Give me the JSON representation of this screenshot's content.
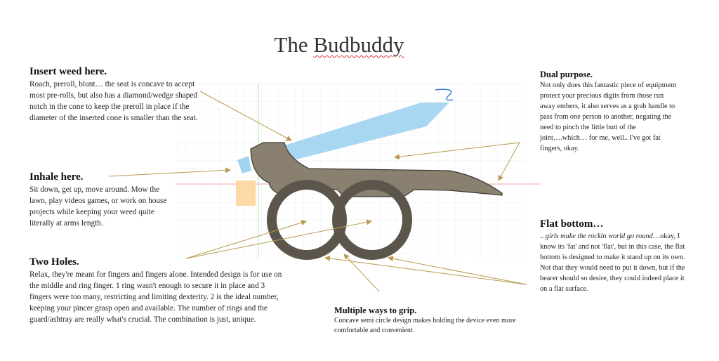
{
  "title": {
    "pre": "The ",
    "main": "Budbuddy"
  },
  "sections": {
    "insert": {
      "heading": "Insert weed here.",
      "body": "Roach, preroll, blunt… the seat is concave to accept most pre-rolls, but also has a diamond/wedge shaped notch in the cone to keep the preroll in place if the diameter of the inserted cone is smaller than the seat."
    },
    "inhale": {
      "heading": "Inhale here.",
      "body": "Sit down, get up, move around. Mow the lawn, play videos games, or work on house projects while keeping your weed quite literally at arms length."
    },
    "holes": {
      "heading": "Two Holes.",
      "body": "Relax, they're meant for fingers and fingers alone. Intended design is for use on the middle and ring finger. 1 ring wasn't enough to secure it in place and 3 fingers were too many, restricting and limiting dexterity. 2 is the ideal number, keeping your pincer grasp open and available. The number of rings and the guard/ashtray are really what's crucial. The combination is just, unique."
    },
    "grip": {
      "heading": "Multiple ways to grip.",
      "body": "Concave semi circle design makes holding the device even more comfortable and convenient."
    },
    "dual": {
      "heading": "Dual purpose.",
      "body": "Not only does this fantastic piece of equipment protect your precious digits from those run away embers, it also serves as a grab handle to pass from one person to another, negating the need to pinch the little butt of the joint….which… for me, well.. I've got fat fingers, okay."
    },
    "flat": {
      "heading": "Flat bottom…",
      "italic": ".. girls make the rockin world go round",
      "body": "…okay, I know its 'fat' and not 'flat', but in this case, the flat bottom is designed to make it stand up on its own. Not that they would need to put it down, but if the bearer should so desire, they could indeed place it on a flat surface."
    }
  },
  "colors": {
    "arrow": "#b89a4e",
    "body": "#8a8070",
    "cone": "#9fd3ef",
    "mouth": "#fdd9a6"
  }
}
